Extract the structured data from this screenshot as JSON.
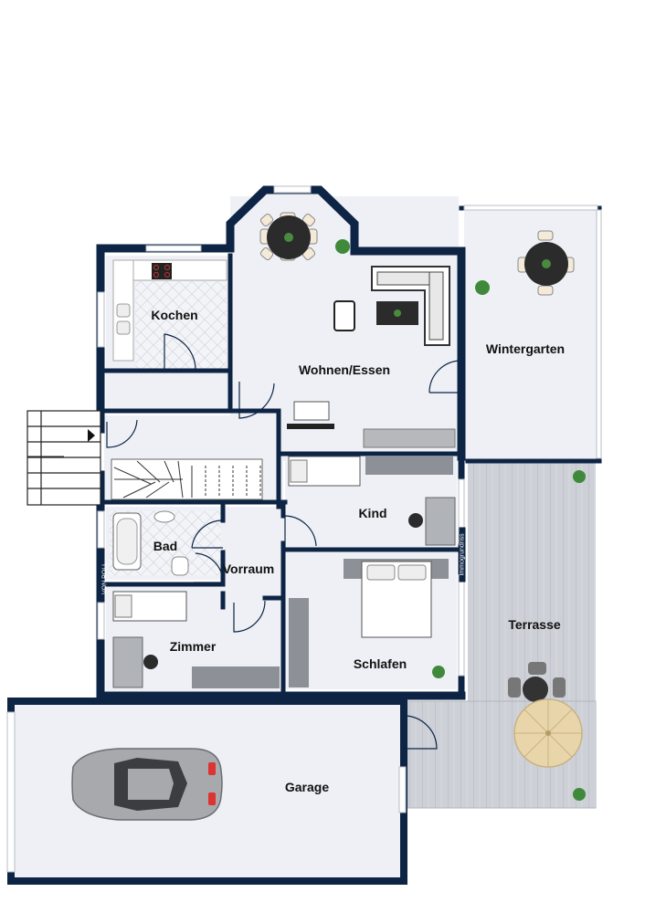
{
  "rooms": {
    "kochen": "Kochen",
    "wohnen": "Wohnen/Essen",
    "wintergarten": "Wintergarten",
    "kind": "Kind",
    "bad": "Bad",
    "vorraum": "Vorraum",
    "zimmer": "Zimmer",
    "schlafen": "Schlafen",
    "terrasse": "Terrasse",
    "garage": "Garage"
  },
  "watermarks": {
    "side": "Immogrundriss",
    "brand": "VON POLL"
  },
  "colors": {
    "wall": "#0d2444",
    "floor": "#eef0f6",
    "deck": "#c9ccd3",
    "furniture": "#ffffff",
    "dark_furniture": "#2b2b2b",
    "plant": "#3f8a3a",
    "umbrella": "#e8d5aa",
    "car": "#a7a9ad"
  }
}
